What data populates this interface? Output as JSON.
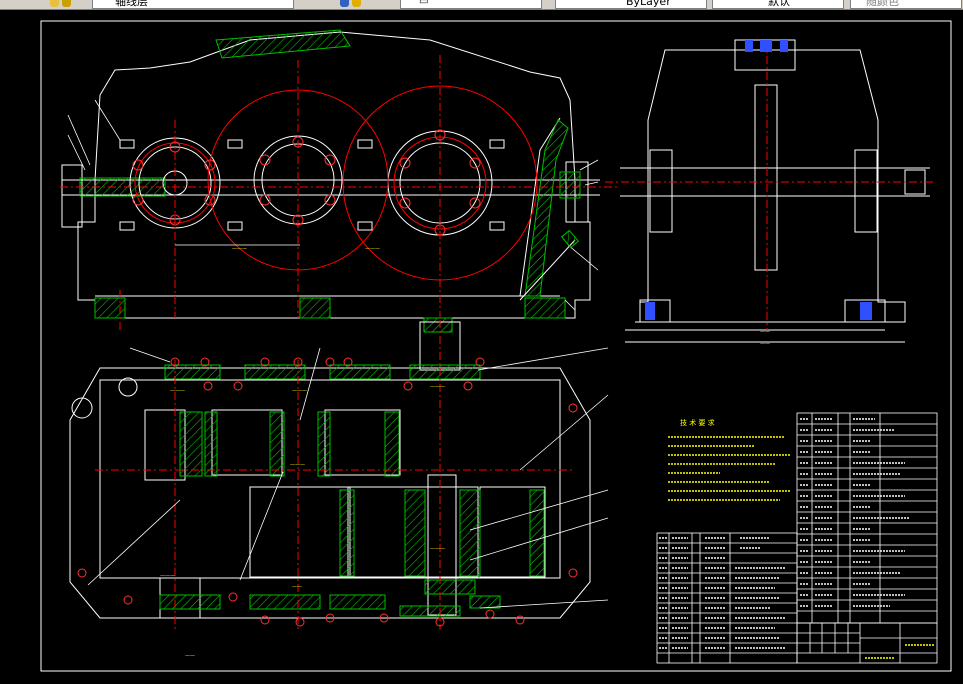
{
  "toolbar": {
    "layer_label": "轴线层",
    "layer_combo_value": "ByLayer",
    "linetype_value": "默认",
    "lineweight_value": "随颜色"
  },
  "drawing": {
    "technical_requirements_title": "技 术 要 求",
    "colors": {
      "background": "#000000",
      "outline": "#ffffff",
      "centerline": "#ff0000",
      "section_hatch": "#00c000",
      "notes": "#ffff00",
      "dimension": "#ffff00",
      "bolts": "#ff3030"
    }
  }
}
